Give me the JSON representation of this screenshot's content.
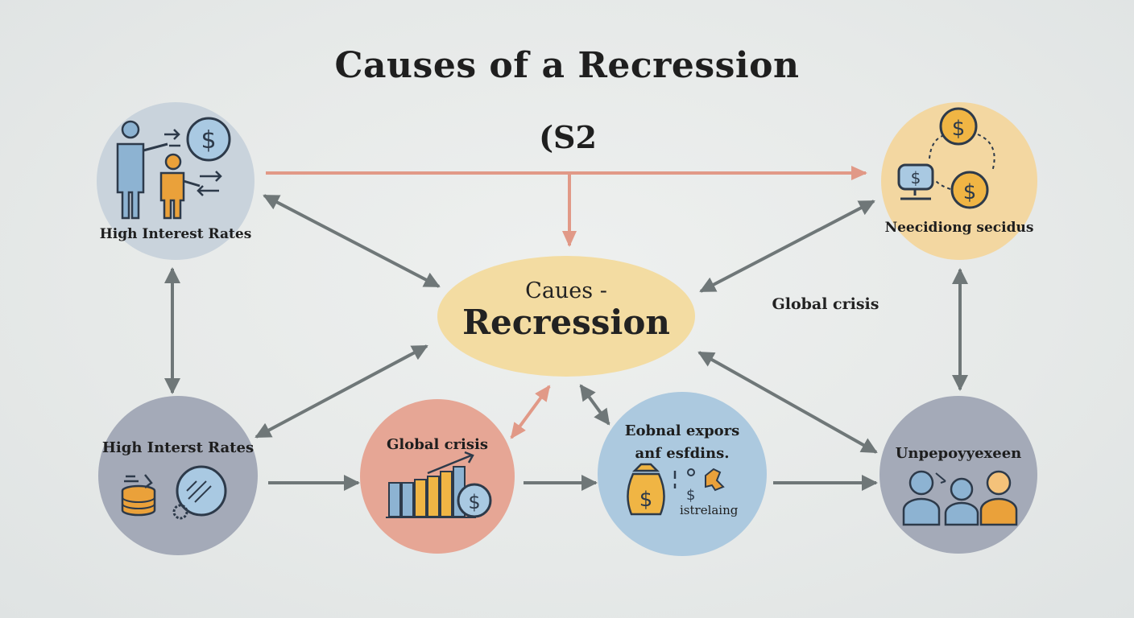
{
  "title": "Causes of a Recression",
  "subtitle": "(S2",
  "floating_label": "Global crisis",
  "center": {
    "line1": "Caues -",
    "line2": "Recression"
  },
  "nodes": {
    "top_left": {
      "label": "High Interest Rates"
    },
    "top_right": {
      "label": "Neecidiong secidus"
    },
    "bottom_left": {
      "label": "High Interst Rates"
    },
    "bottom_mid_left": {
      "label": "Global crisis"
    },
    "bottom_mid_right": {
      "line1": "Eobnal expors",
      "line2": "anf esfdins.",
      "icon_text": "istrelaing"
    },
    "bottom_right": {
      "label": "Unpepoyyexeen"
    }
  },
  "colors": {
    "background": "#e6e9e8",
    "node_blue_gray": "#c9d3dc",
    "node_slate": "#a4aab8",
    "node_salmon": "#e6a695",
    "node_light_blue": "#acc9df",
    "node_yellow": "#f3d7a1",
    "center_yellow": "#f3dca2",
    "arrow_gray": "#6f7778",
    "arrow_salmon": "#e19987"
  }
}
